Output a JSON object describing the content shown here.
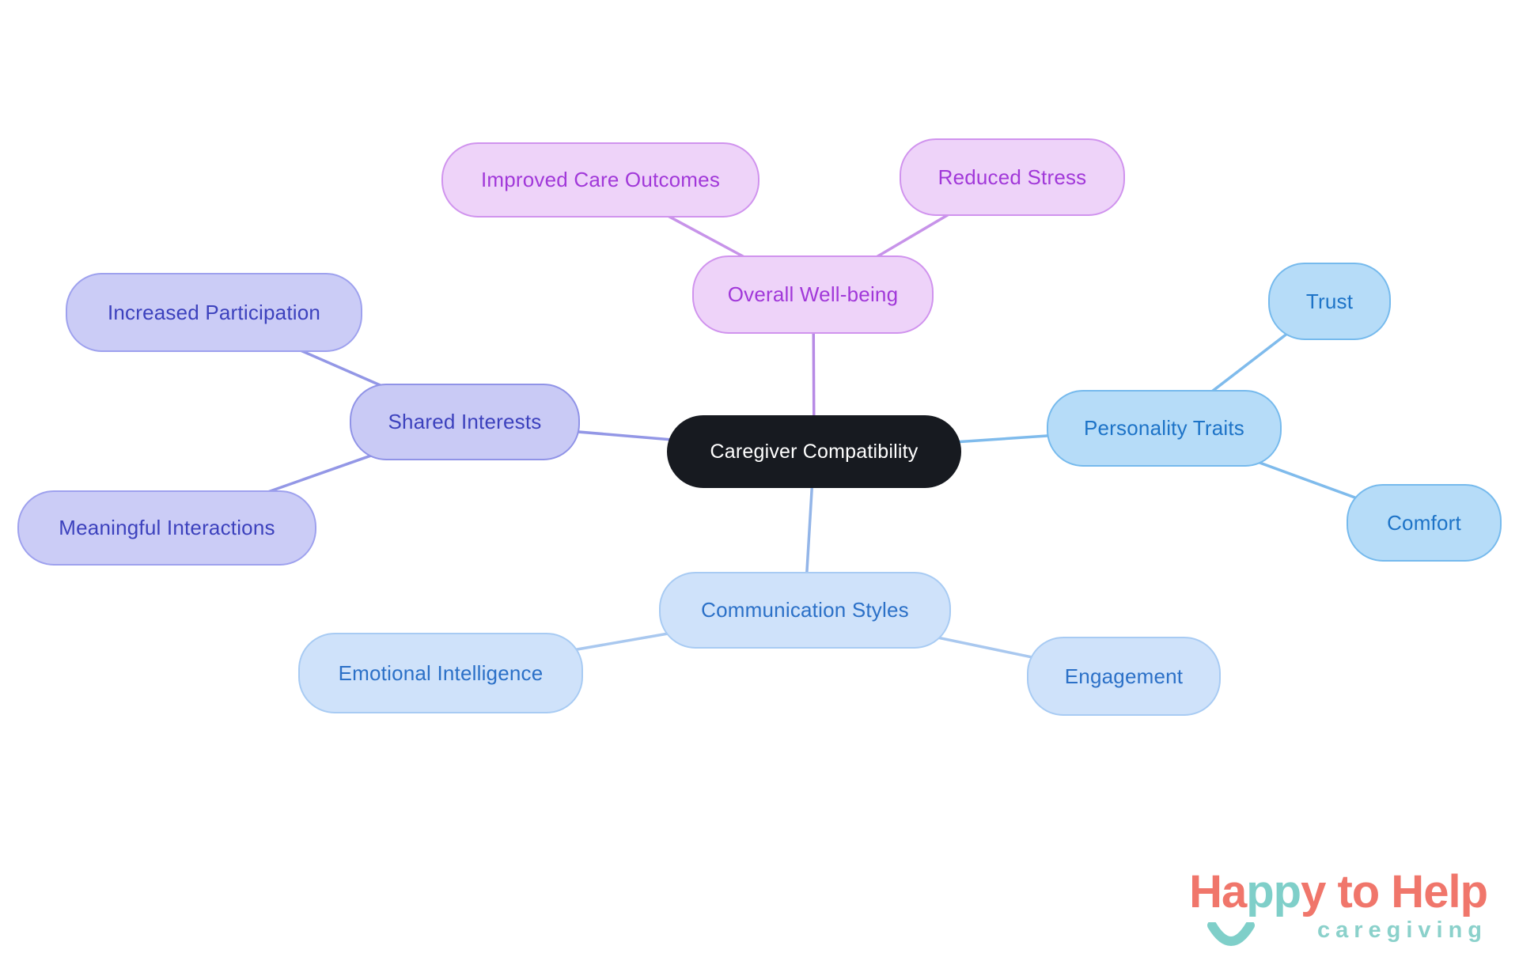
{
  "center": {
    "label": "Caregiver Compatibility",
    "bg_color": "#171a20",
    "text_color": "#ffffff"
  },
  "branches": [
    {
      "label": "Overall Well-being",
      "fill": "#eed3f9",
      "border": "#d093ee",
      "text_color": "#a138d9",
      "edge_color": "#c793e9",
      "children": [
        {
          "label": "Improved Care Outcomes"
        },
        {
          "label": "Reduced Stress"
        }
      ]
    },
    {
      "label": "Shared Interests",
      "fill": "#c9caf5",
      "border": "#9093e7",
      "text_color": "#3c41bd",
      "edge_color": "#9397e6",
      "children": [
        {
          "label": "Increased Participation"
        },
        {
          "label": "Meaningful Interactions"
        }
      ]
    },
    {
      "label": "Personality Traits",
      "fill": "#b6dcf8",
      "border": "#76baed",
      "text_color": "#1d73c7",
      "edge_color": "#7fbbec",
      "children": [
        {
          "label": "Trust"
        },
        {
          "label": "Comfort"
        }
      ]
    },
    {
      "label": "Communication Styles",
      "fill": "#cfe2fa",
      "border": "#a8cbf3",
      "text_color": "#2b70c7",
      "edge_color": "#a9c8ef",
      "children": [
        {
          "label": "Emotional Intelligence"
        },
        {
          "label": "Engagement"
        }
      ]
    }
  ],
  "logo": {
    "title_part1": "Ha",
    "title_part2": "pp",
    "title_part3": "y to Help",
    "subtitle": "caregiving",
    "coral": "#f0766b",
    "teal": "#7fcfc9",
    "subtitle_color": "#8bd1cb",
    "icons": {
      "smile": "smile-arc"
    }
  }
}
